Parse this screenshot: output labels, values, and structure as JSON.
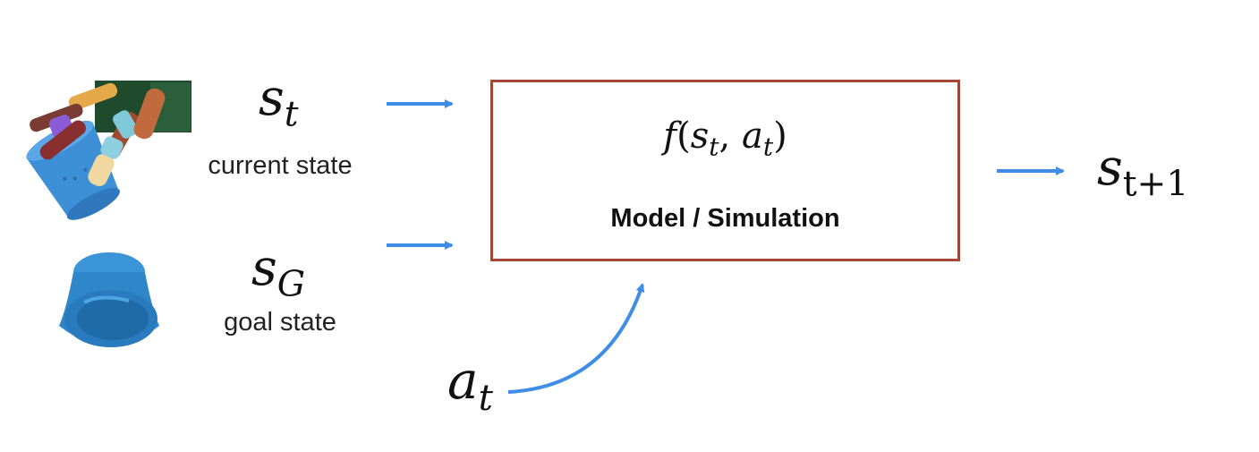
{
  "inputs": {
    "current": {
      "symbol": "s",
      "subscript": "t",
      "caption": "current state"
    },
    "goal": {
      "symbol": "s",
      "subscript": "G",
      "caption": "goal state"
    },
    "action": {
      "symbol": "a",
      "subscript": "t"
    }
  },
  "model": {
    "func_name": "f",
    "func_open": "(",
    "arg1": "s",
    "arg1_sub": "t",
    "sep": ", ",
    "arg2": "a",
    "arg2_sub": "t",
    "func_close": ")",
    "label": "Model / Simulation"
  },
  "output": {
    "symbol": "s",
    "subscript": "t+1"
  },
  "colors": {
    "arrow": "#3e8ee8",
    "box_border": "#a54735",
    "cup": "#2f86c9"
  },
  "icons": {
    "current": "robot-hand-with-cup-icon",
    "goal": "blue-cup-icon"
  }
}
